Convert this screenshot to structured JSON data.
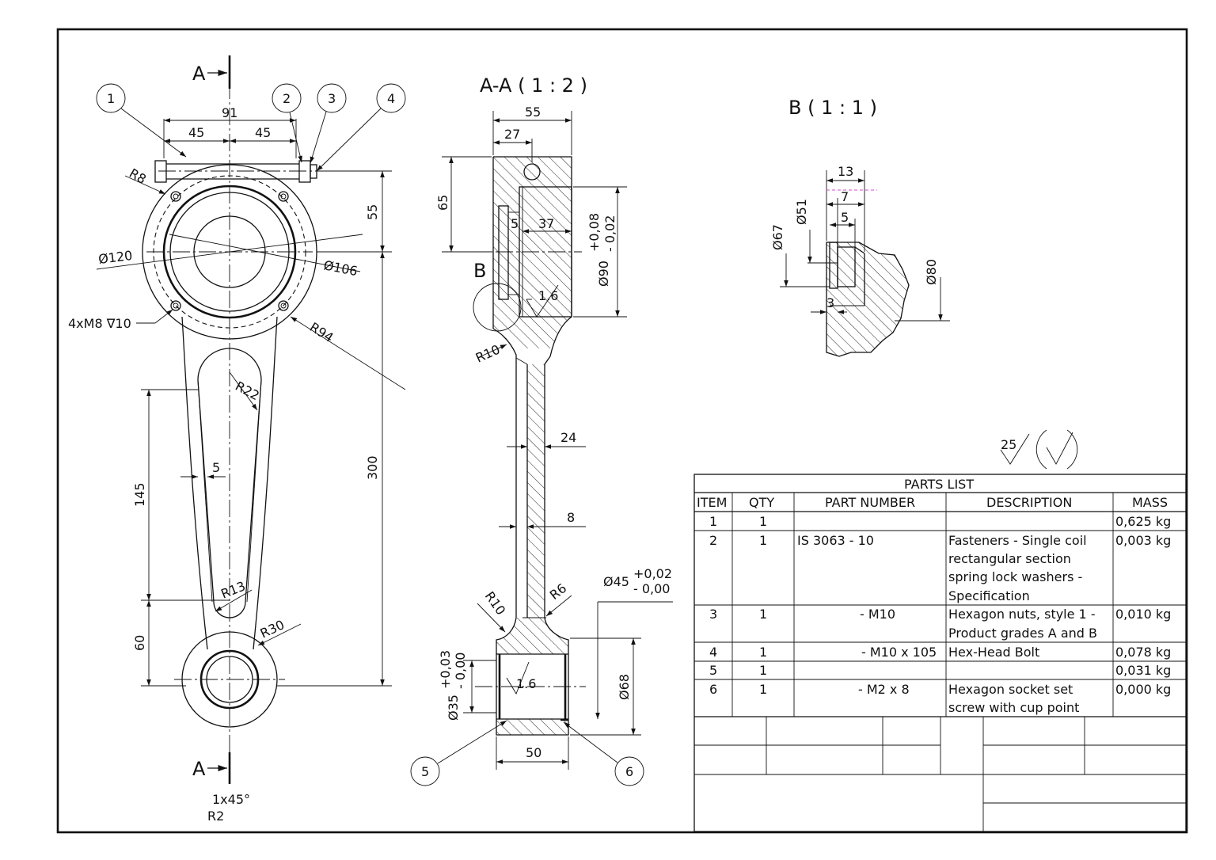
{
  "colors": {
    "ink": "#111111",
    "paper": "#ffffff",
    "highlight": "#d04bd0"
  },
  "front_view": {
    "section_label_top": "A",
    "section_label_bottom": "A",
    "dims": {
      "d91": "91",
      "d45a": "45",
      "d45b": "45",
      "d55": "55",
      "d300": "300",
      "d145": "145",
      "d60": "60",
      "d5": "5",
      "r8": "R8",
      "d120": "Ø120",
      "d106": "Ø106",
      "r94": "R94",
      "r22": "R22",
      "r13": "R13",
      "r30": "R30",
      "thread": "4xM8 ∇10",
      "chamfer": "1x45°",
      "r2": "R2"
    },
    "balloons": [
      "1",
      "2",
      "3",
      "4"
    ]
  },
  "section_view": {
    "title": "A-A ( 1 : 2 )",
    "detail_label": "B",
    "dims": {
      "d55": "55",
      "d27": "27",
      "d65": "65",
      "d5": "5",
      "d37": "37",
      "d90": "Ø90",
      "d90_tol_up": "+0,08",
      "d90_tol_lo": "- 0,02",
      "rough1": "1.6",
      "r10a": "R10",
      "d24": "24",
      "d8": "8",
      "r10b": "R10",
      "r6": "R6",
      "d45": "Ø45",
      "d45_tol_up": "+0,02",
      "d45_tol_lo": "- 0,00",
      "d35": "Ø35",
      "d35_tol_up": "+0,03",
      "d35_tol_lo": "- 0,00",
      "rough2": "1.6",
      "d68": "Ø68",
      "d50": "50"
    },
    "balloons": [
      "5",
      "6"
    ]
  },
  "detail_view": {
    "title": "B ( 1 : 1 )",
    "dims": {
      "d13": "13",
      "d7": "7",
      "d5": "5",
      "d3": "3",
      "d51": "Ø51",
      "d67": "Ø67",
      "d80": "Ø80"
    }
  },
  "surface_finish": {
    "value": "25"
  },
  "parts_list": {
    "title": "PARTS LIST",
    "headers": [
      "ITEM",
      "QTY",
      "PART NUMBER",
      "DESCRIPTION",
      "MASS"
    ],
    "rows": [
      {
        "item": "1",
        "qty": "1",
        "part": "",
        "desc": [],
        "mass": "0,625 kg"
      },
      {
        "item": "2",
        "qty": "1",
        "part": "IS 3063 - 10",
        "desc": [
          "Fasteners - Single coil",
          "rectangular section",
          "spring lock washers -",
          "Specification"
        ],
        "mass": "0,003 kg"
      },
      {
        "item": "3",
        "qty": "1",
        "part": "- M10",
        "desc": [
          "Hexagon nuts, style 1 -",
          "Product grades A and B"
        ],
        "mass": "0,010 kg"
      },
      {
        "item": "4",
        "qty": "1",
        "part": "- M10 x 105",
        "desc": [
          "Hex-Head Bolt"
        ],
        "mass": "0,078 kg"
      },
      {
        "item": "5",
        "qty": "1",
        "part": "",
        "desc": [],
        "mass": "0,031 kg"
      },
      {
        "item": "6",
        "qty": "1",
        "part": "- M2 x 8",
        "desc": [
          "Hexagon socket set",
          "screw with cup point"
        ],
        "mass": "0,000 kg"
      }
    ]
  }
}
